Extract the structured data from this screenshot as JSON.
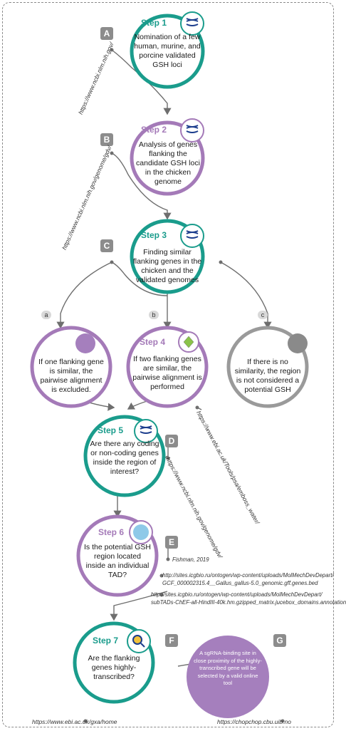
{
  "colors": {
    "teal": "#1a9c8c",
    "purple": "#a47ab8",
    "gray": "#9a9a9a",
    "arrow": "#6e6e6e",
    "light_purple": "#a57fbd"
  },
  "letters": {
    "A": "A",
    "B": "B",
    "C": "C",
    "D": "D",
    "E": "E",
    "F": "F",
    "G": "G",
    "a": "a",
    "b": "b",
    "c": "c"
  },
  "steps": {
    "s1": {
      "label": "Step 1",
      "text": "Nomination of a few human, murine, and porcine validated GSH loci",
      "icon": "dna-icon"
    },
    "s2": {
      "label": "Step 2",
      "text": "Analysis of genes flanking the candidate GSH loci in the chicken genome",
      "icon": "dna-icon"
    },
    "s3": {
      "label": "Step 3",
      "text": "Finding similar flanking genes in the chicken and the validated genomes",
      "icon": "dna-icon"
    },
    "s4": {
      "label": "Step 4",
      "text": "If two flanking genes are similar, the pairwise alignment is performed",
      "icon": "alignment-icon"
    },
    "s5": {
      "label": "Step 5",
      "text": "Are there any coding or non-coding genes inside the region of interest?",
      "icon": "dna-icon"
    },
    "s6": {
      "label": "Step 6",
      "text": "Is the potential GSH region located inside an individual TAD?",
      "icon": "tad-icon"
    },
    "s7": {
      "label": "Step 7",
      "text": "Are the flanking genes highly-transcribed?",
      "icon": "magnifier-icon"
    }
  },
  "branches": {
    "a": "If one flanking gene is similar, the pairwise alignment is excluded.",
    "c": "If there is no similarity, the region is not considered a potential GSH"
  },
  "final": "A sgRNA-binding site in close proximity of the highly-transcribed gene will be selected by a valid online tool",
  "urls": {
    "A": "https://www.ncbi.nlm.nih.gov/",
    "B": "https://www.ncbi.nlm.nih.gov/genome/gdv/",
    "C": "https://www.ebi.ac.uk/Tools/psa/emboss_water/",
    "D": "https://www.ncbi.nlm.nih.gov/genome/gdv/",
    "E_ref": "Fishman, 2019",
    "E_url1a": "http://sites.icgbio.ru/ontogen/wp-content/uploads/MolMechDevDepart/",
    "E_url1b": "GCF_000002315.4__Gallus_gallus-5.0_genomic.gff.genes.bed",
    "E_url2a": "http://sites.icgbio.ru/ontogen/wp-content/uploads/MolMechDevDepart/",
    "E_url2b": "subTADs-ChEF-all-HindIII-40k.hm.gzipped_matrix.jucebox_domains.annotation",
    "F": "https://www.ebi.ac.uk/gxa/home",
    "G": "https://chopchop.cbu.uib.no"
  }
}
